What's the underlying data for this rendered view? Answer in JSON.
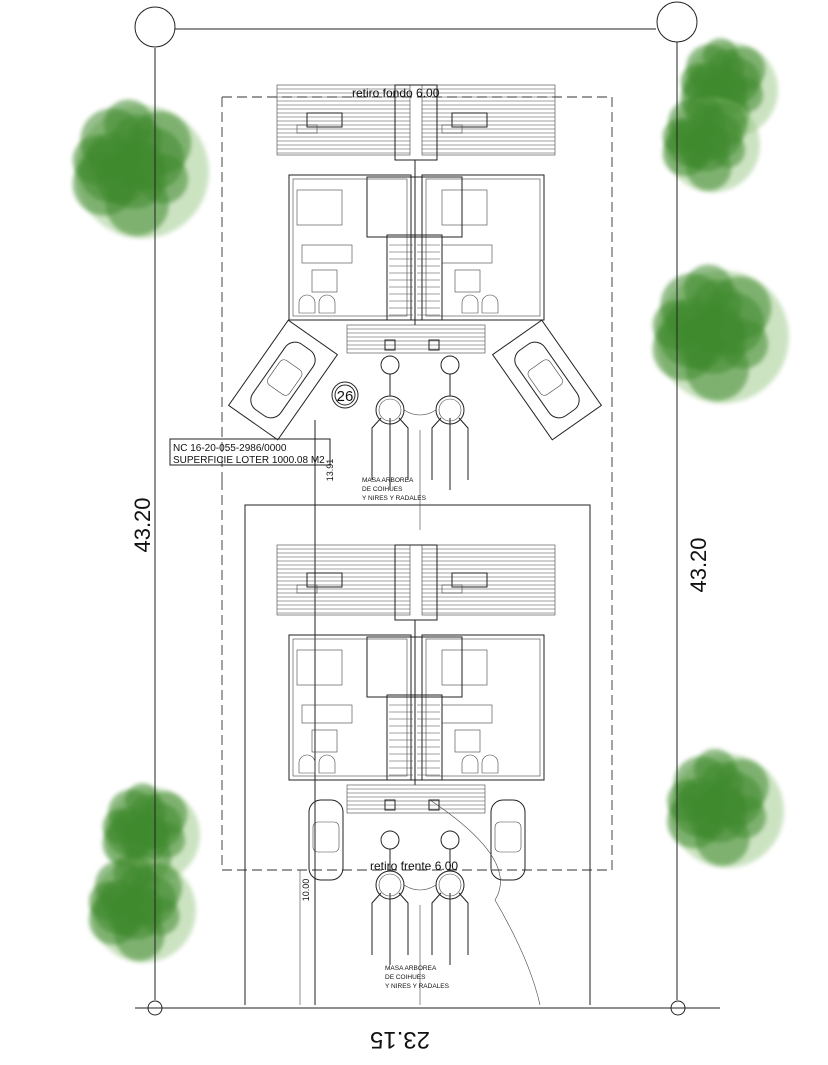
{
  "plan": {
    "rear_setback_label": "retiro fondo 6.00",
    "front_setback_label": "retiro frente 6.00",
    "lot_id": "NC 16-20-055-2986/0000",
    "lot_area": "SUPERFICIE LOTER 1000.08 M2",
    "dim_left": "43.20",
    "dim_right": "43.20",
    "dim_bottom": "23.15",
    "dim_mid": "13.91",
    "dim_front": "10.00",
    "lot_number": "26",
    "tree_note_upper": [
      "MASA ARBOREA",
      "DE COIHUES",
      "Y NIRES Y RADALES"
    ],
    "tree_note_lower": [
      "MASA ARBOREA",
      "DE COIHUES",
      "Y NIRES Y RADALES"
    ]
  },
  "colors": {
    "tree": "#3f8a2e",
    "tree_light": "#8fc27a",
    "line": "#222222"
  }
}
